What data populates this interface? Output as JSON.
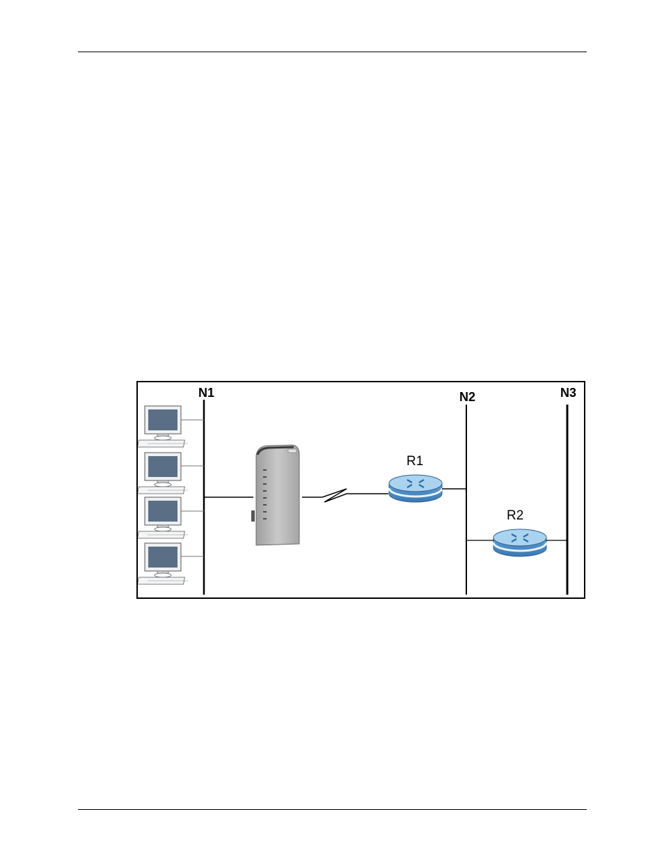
{
  "diagram": {
    "networks": [
      {
        "id": "n1",
        "label": "N1"
      },
      {
        "id": "n2",
        "label": "N2"
      },
      {
        "id": "n3",
        "label": "N3"
      }
    ],
    "routers": [
      {
        "id": "r1",
        "label": "R1"
      },
      {
        "id": "r2",
        "label": "R2"
      }
    ],
    "computers": 4,
    "colors": {
      "router_blue": "#8fc3e6",
      "router_dark": "#4a8cc6",
      "monitor_screen": "#5a6f86",
      "device_gray": "#b9b9b9"
    },
    "icons": [
      "computer-icon",
      "gateway-device-icon",
      "router-icon"
    ]
  }
}
